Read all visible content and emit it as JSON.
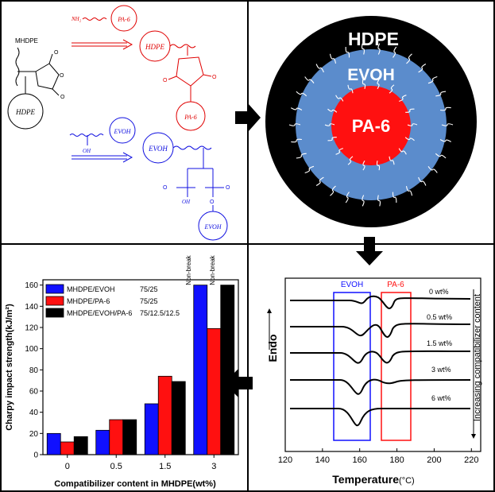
{
  "scheme": {
    "mhdpe_label": "MHDPE",
    "nh2_label": "NH₂",
    "pa6_label": "PA-6",
    "hdpe_label": "HDPE",
    "evoh_label": "EVOH",
    "oh_label": "OH",
    "o_label": "O"
  },
  "morphology": {
    "outer": "HDPE",
    "middle": "EVOH",
    "core": "PA-6",
    "colors": {
      "outer": "#000000",
      "middle": "#5b8ccc",
      "core": "#ff1010"
    }
  },
  "dsc": {
    "box_evoh": "EVOH",
    "box_pa6": "PA-6",
    "curve_labels": [
      "0 wt%",
      "0.5 wt%",
      "1.5 wt%",
      "3 wt%",
      "6 wt%"
    ],
    "side_label": "Increasing compatibilizer content",
    "ylabel": "Endo",
    "xlabel_main": "Temperature",
    "xlabel_unit": "(°C)",
    "xticks": [
      "120",
      "140",
      "160",
      "180",
      "200",
      "220"
    ]
  },
  "chart_data": {
    "type": "bar",
    "ylabel": "Charpy impact strength(kJ/m²)",
    "xlabel": "Compatibilizer content in MHDPE(wt%)",
    "categories": [
      "0",
      "0.5",
      "1.5",
      "3"
    ],
    "ylim": [
      0,
      165
    ],
    "yticks": [
      "0",
      "20",
      "40",
      "60",
      "80",
      "100",
      "120",
      "140",
      "160"
    ],
    "series": [
      {
        "name": "MHDPE/EVOH",
        "ratio": "75/25",
        "color": "#1010ff",
        "values": [
          20,
          23,
          48,
          160
        ]
      },
      {
        "name": "MHDPE/PA-6",
        "ratio": "75/25",
        "color": "#ff1010",
        "values": [
          12,
          33,
          74,
          119
        ]
      },
      {
        "name": "MHDPE/EVOH/PA-6",
        "ratio": "75/12.5/12.5",
        "color": "#000000",
        "values": [
          17,
          33,
          69,
          160
        ]
      }
    ],
    "annotations": [
      "Non-break",
      "Non-break"
    ]
  }
}
